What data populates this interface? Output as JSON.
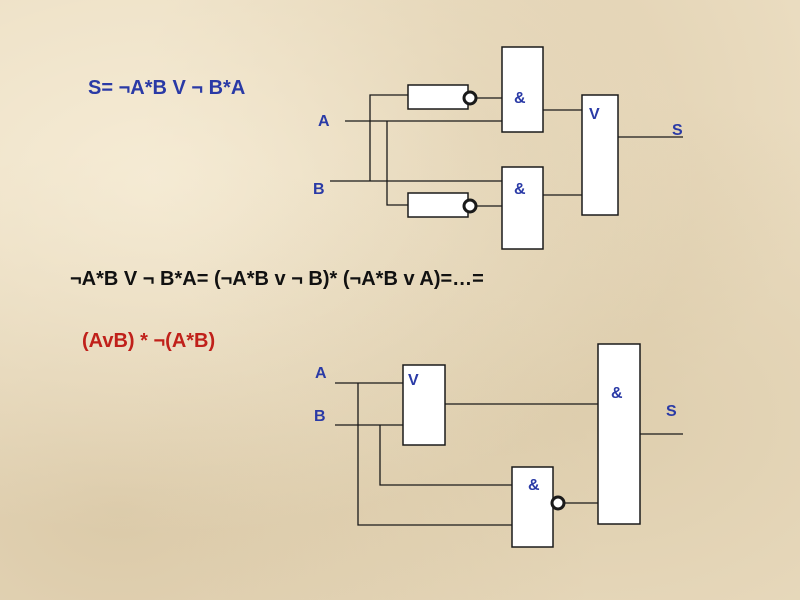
{
  "formula_top": "S= ¬A*B V ¬ B*A",
  "derivation": "¬A*B V ¬ B*A= (¬A*B v ¬ B)* (¬A*B v A)=…=",
  "result": "(AvB) * ¬(A*B)",
  "circuit1": {
    "input_a": "A",
    "input_b": "B",
    "and_gate_top": "&",
    "and_gate_bottom": "&",
    "or_gate": "V",
    "output": "S"
  },
  "circuit2": {
    "input_a": "A",
    "input_b": "B",
    "or_gate": "V",
    "nand_gate": "&",
    "and_gate": "&",
    "output": "S"
  },
  "colors": {
    "text_blue": "#2a3aa6",
    "text_red": "#c0201a",
    "background": "#eadcc0"
  }
}
